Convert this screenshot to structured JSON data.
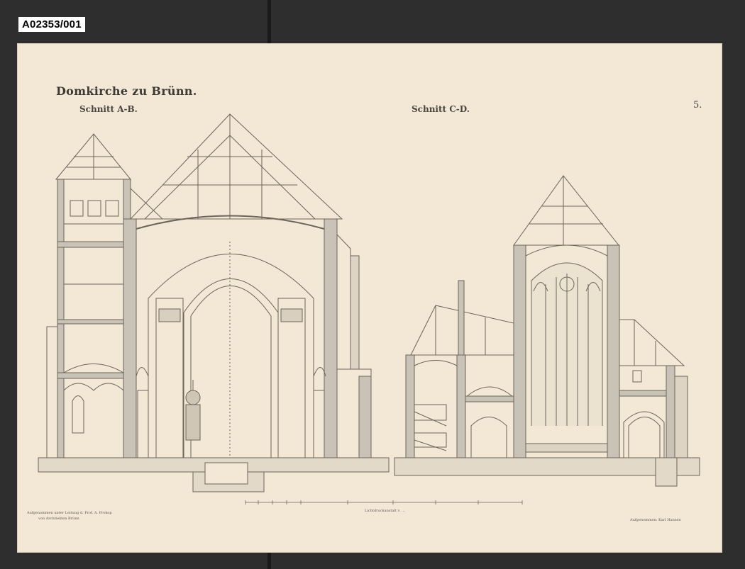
{
  "catalog_id": "A02353/001",
  "sheet": {
    "title": "Domkirche zu Brünn.",
    "section_ab": "Schnitt A-B.",
    "section_cd": "Schnitt C-D.",
    "plate_number": "5.",
    "footer_left_1": "Aufgenommen unter Leitung d. Prof. A. Prokop",
    "footer_left_2": "von Architekten Brünn",
    "footer_center": "Lichtdruckanstalt v. ...",
    "footer_right": "Aufgenommen: Karl Hansen"
  },
  "colors": {
    "paper": "#f3e8d6",
    "ink": "#6b655b",
    "wall_fill": "#c9c2b6",
    "background": "#2e2e2e"
  }
}
